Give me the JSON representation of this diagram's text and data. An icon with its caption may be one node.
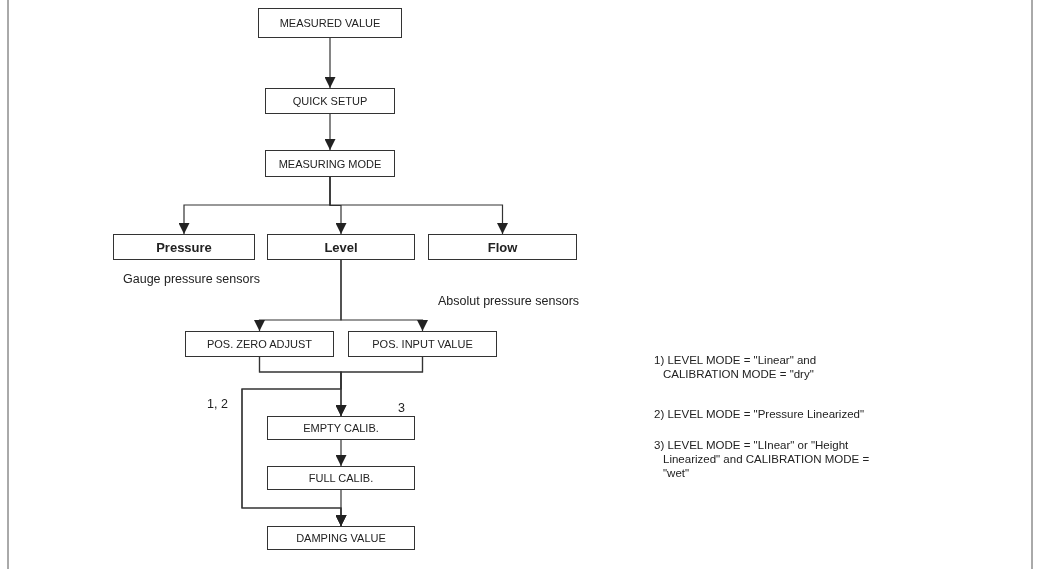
{
  "diagram": {
    "nodes": [
      {
        "text": [
          "MEASURED VALUE"
        ]
      },
      {
        "text": [
          "QUICK SETUP"
        ]
      },
      {
        "text": [
          "MEASURING MODE"
        ]
      },
      {
        "text": [
          "Pressure"
        ]
      },
      {
        "text": [
          "Level"
        ]
      },
      {
        "text": [
          "Flow"
        ]
      },
      {
        "text": [
          "POS. ZERO ADJUST"
        ]
      },
      {
        "text": [
          "POS. INPUT VALUE"
        ]
      },
      {
        "text": [
          "EMPTY CALIB."
        ]
      },
      {
        "text": [
          "FULL CALIB."
        ]
      },
      {
        "text": [
          "DAMPING VALUE"
        ]
      }
    ],
    "edges": [
      {
        "from": 0,
        "to": 1,
        "arrow": "to"
      },
      {
        "from": 1,
        "to": 2,
        "arrow": "to"
      },
      {
        "from": 2,
        "to": 3,
        "arrow": "to"
      },
      {
        "from": 2,
        "to": 4,
        "arrow": "to"
      },
      {
        "from": 2,
        "to": 5,
        "arrow": "to"
      },
      {
        "from": 4,
        "to": 6,
        "arrow": "to"
      },
      {
        "from": 4,
        "to": 7,
        "arrow": "to"
      },
      {
        "from": 6,
        "to": 8,
        "arrow": "to"
      },
      {
        "from": 7,
        "to": 8,
        "arrow": "to"
      },
      {
        "from": 6,
        "to": 10,
        "arrow": "to"
      },
      {
        "from": 7,
        "to": 10,
        "arrow": "to"
      },
      {
        "from": 8,
        "to": 9,
        "arrow": "to"
      },
      {
        "from": 9,
        "to": 10,
        "arrow": "to"
      }
    ],
    "labels": [
      "Gauge pressure sensors",
      "Absolut pressure sensors",
      "1, 2",
      "3",
      "1) LEVEL MODE = \"Linear\" and CALIBRATION MODE = \"dry\"",
      "2) LEVEL MODE = \"Pressure Linearized\"",
      "3) LEVEL MODE = \"LInear\" or \"Height Linearized\" and CALIBRATION MODE = \"wet\""
    ]
  }
}
